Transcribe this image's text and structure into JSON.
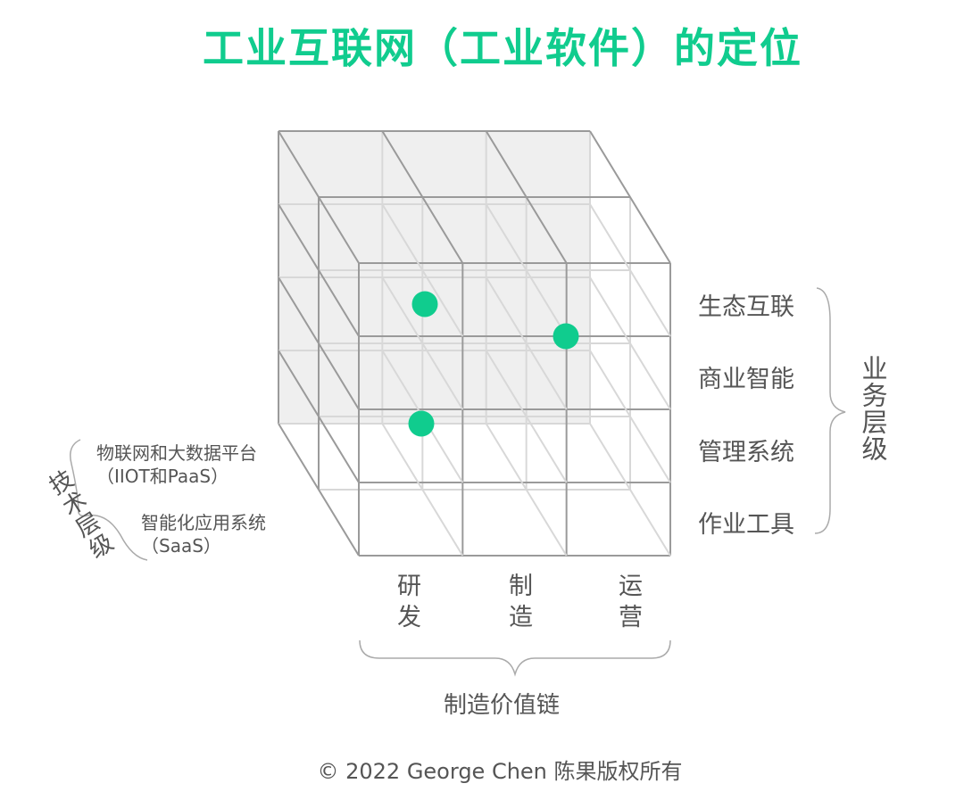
{
  "title": "工业互联网（工业软件）的定位",
  "business_levels": {
    "axis_label": "业务层级",
    "items": [
      "生态互联",
      "商业智能",
      "管理系统",
      "作业工具"
    ]
  },
  "value_chain": {
    "axis_label": "制造价值链",
    "items": [
      "研发",
      "制造",
      "运营"
    ]
  },
  "tech_levels": {
    "axis_label": "技术层级",
    "items": [
      {
        "name": "物联网和大数据平台",
        "sub": "（IIOT和PaaS）"
      },
      {
        "name": "智能化应用系统",
        "sub": "（SaaS）"
      }
    ]
  },
  "colors": {
    "accent": "#10cc8e",
    "grid_dark": "#9a9a9a",
    "grid_light": "#d8d8d8",
    "back_fill": "#eeeeee"
  },
  "copyright": "© 2022 George Chen 陈果版权所有"
}
